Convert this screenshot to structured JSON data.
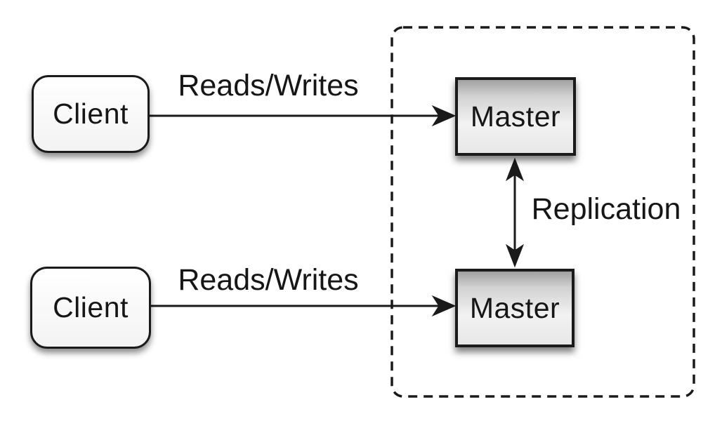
{
  "nodes": {
    "client_top": {
      "label": "Client"
    },
    "client_bottom": {
      "label": "Client"
    },
    "master_top": {
      "label": "Master"
    },
    "master_bottom": {
      "label": "Master"
    }
  },
  "edges": {
    "top_reads_writes": {
      "label": "Reads/Writes"
    },
    "bottom_reads_writes": {
      "label": "Reads/Writes"
    },
    "replication": {
      "label": "Replication"
    }
  },
  "colors": {
    "background": "#ffffff",
    "stroke": "#1a1a1a",
    "text": "#161616",
    "master_gradient_top": "#a0a0a0",
    "master_gradient_mid": "#f2f2f2",
    "master_gradient_bottom": "#e7e7e7",
    "client_fill": "#ffffff"
  }
}
